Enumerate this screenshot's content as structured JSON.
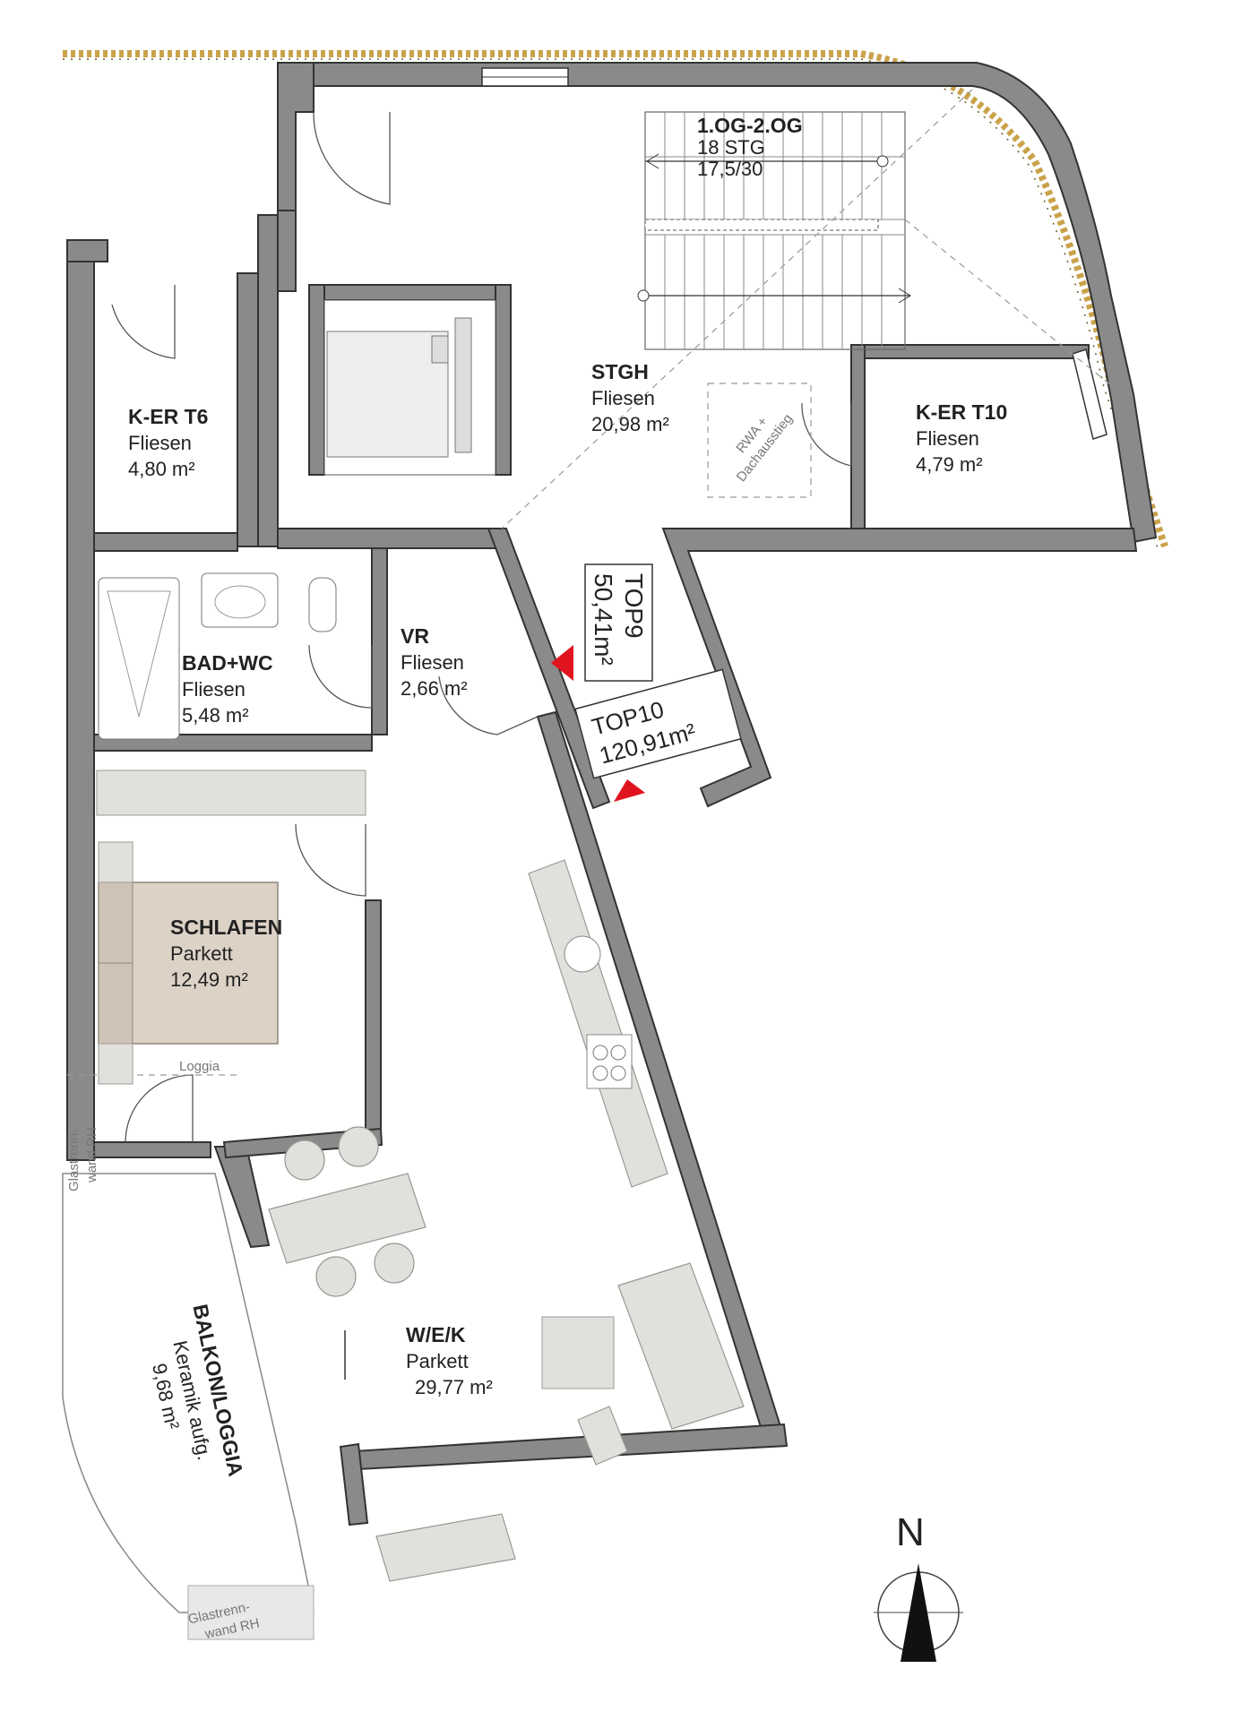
{
  "rooms": {
    "ker_t6": {
      "name": "K-ER T6",
      "floor": "Fliesen",
      "area": "4,80 m²"
    },
    "stgh": {
      "name": "STGH",
      "floor": "Fliesen",
      "area": "20,98 m²"
    },
    "ker_t10": {
      "name": "K-ER T10",
      "floor": "Fliesen",
      "area": "4,79 m²"
    },
    "bad_wc": {
      "name": "BAD+WC",
      "floor": "Fliesen",
      "area": "5,48 m²"
    },
    "vr": {
      "name": "VR",
      "floor": "Fliesen",
      "area": "2,66 m²"
    },
    "schlafen": {
      "name": "SCHLAFEN",
      "floor": "Parkett",
      "area": "12,49 m²"
    },
    "wek": {
      "name": "W/E/K",
      "floor": "Parkett",
      "area": "29,77 m²"
    },
    "balkon": {
      "name": "BALKON/LOGGIA",
      "floor": "Keramik aufg.",
      "area": "9,68 m²"
    }
  },
  "stair": {
    "line1": "1.OG-2.OG",
    "line2": "18 STG",
    "line3": "17,5/30"
  },
  "rwa": {
    "line1": "RWA +",
    "line2": "Dachausstieg"
  },
  "units": {
    "top9": {
      "name": "TOP9",
      "area": "50,41m²"
    },
    "top10": {
      "name": "TOP10",
      "area": "120,91m²"
    }
  },
  "labels": {
    "loggia": "Loggia",
    "glas1_line1": "Glastrenn-",
    "glas1_line2": "wand RH",
    "glas2_line1": "Glastrenn-",
    "glas2_line2": "wand RH"
  },
  "compass": {
    "north_label": "N"
  },
  "colors": {
    "wall": "#8a8a8a",
    "hedge": "#c9a24a",
    "bed": "#ddd2c6",
    "arrow": "#e0141e"
  }
}
